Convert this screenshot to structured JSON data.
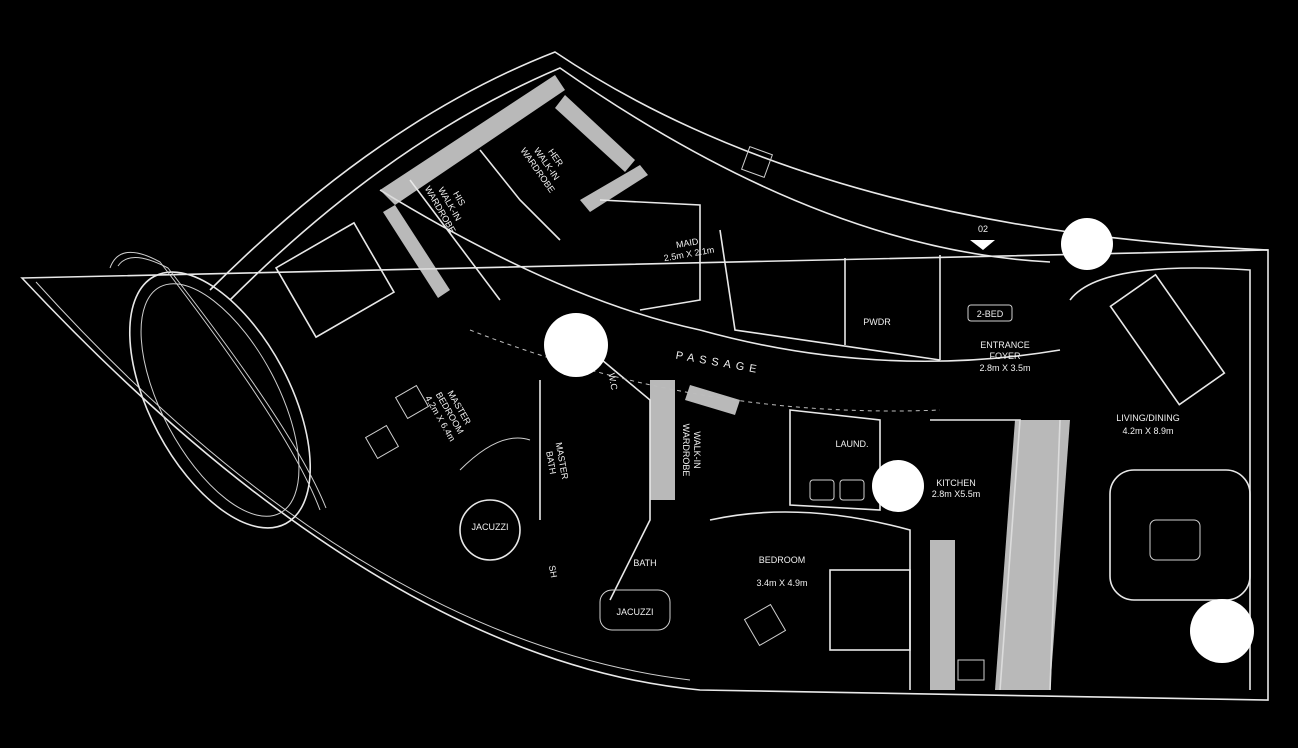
{
  "rooms": {
    "her_wardrobe": [
      "HER",
      "WALK-IN",
      "WARDROBE"
    ],
    "his_wardrobe": [
      "HIS",
      "WALK-IN",
      "WARDROBE"
    ],
    "maid": [
      "MAID",
      "2.5m X 2.1m"
    ],
    "pwdr": "PWDR",
    "tag_2bed": "2-BED",
    "marker_02": "02",
    "entrance": [
      "ENTRANCE",
      "FOYER",
      "2.8m X 3.5m"
    ],
    "passage": "PASSAGE",
    "master_bedroom": [
      "MASTER",
      "BEDROOM",
      "4.2m X 6.4m"
    ],
    "wc": "W.C",
    "walk_in_wardrobe": [
      "WALK-IN",
      "WARDROBE"
    ],
    "laund": "LAUND.",
    "kitchen": [
      "KITCHEN",
      "2.8m X5.5m"
    ],
    "living_dining": [
      "LIVING/DINING",
      "4.2m X 8.9m"
    ],
    "master_bath": [
      "MASTER",
      "BATH"
    ],
    "jacuzzi_master": "JACUZZI",
    "sh": "SH",
    "bath": "BATH",
    "jacuzzi_bath": "JACUZZI",
    "bedroom": [
      "BEDROOM",
      "3.4m X 4.9m"
    ]
  }
}
